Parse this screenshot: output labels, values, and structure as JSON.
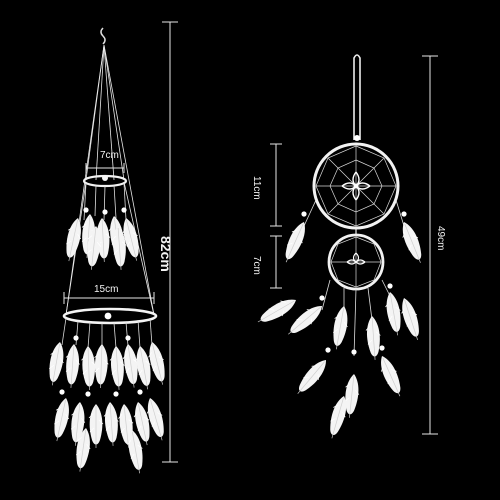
{
  "image": {
    "background": "#000000",
    "product_color": "#ffffff"
  },
  "dimensions": {
    "top_ring_width": "7cm",
    "bottom_ring_width": "15cm",
    "chandelier_height": "82cm",
    "large_ring_diameter": "11cm",
    "small_ring_diameter": "7cm",
    "dreamcatcher_height": "49cm"
  }
}
